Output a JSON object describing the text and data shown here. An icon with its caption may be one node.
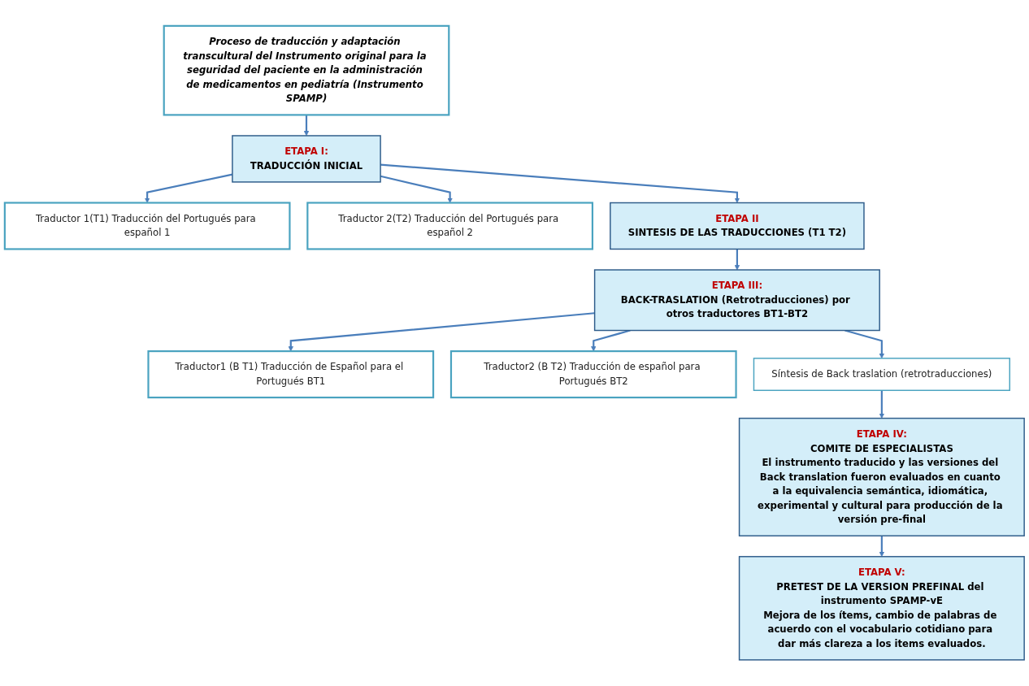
{
  "diagram": {
    "nodes": [
      {
        "text": [
          "Proceso de traducción y adaptación transcultural del Instrumento original para la seguridad del paciente en la administración de medicamentos en pediatría (Instrumento SPAMP)"
        ]
      },
      {
        "text": [
          "Traductor 1(T1) Traducción del Portugués para español 1"
        ]
      },
      {
        "text": [
          "ETAPA I:",
          "TRADUCCIÓN INICIAL"
        ]
      },
      {
        "text": [
          "Traductor 2(T2) Traducción del Portugués para español 2"
        ]
      },
      {
        "text": [
          "ETAPA II",
          "SINTESIS DE LAS TRADUCCIONES (T1 T2)"
        ]
      },
      {
        "text": [
          "Traductor1 (B T1) Traducción de Español para el Portugués BT1"
        ]
      },
      {
        "text": [
          "ETAPA III:",
          "BACK-TRASLATION (Retrotraducciones) por otros traductores BT1-BT2"
        ]
      },
      {
        "text": [
          "Traductor2 (B T2) Traducción de español para Portugués BT2"
        ]
      },
      {
        "text": [
          "Síntesis de Back traslation (retrotraducciones)"
        ]
      },
      {
        "text": [
          "ETAPA IV:",
          "COMITE DE ESPECIALISTAS",
          "El instrumento traducido y las versiones del Back translation fueron evaluados en cuanto a la equivalencia semántica, idiomática, experimental y cultural para producción de la versión pre-final"
        ]
      },
      {
        "text": [
          "ETAPA V:",
          "PRETEST DE LA VERSION PREFINAL del instrumento SPAMP-vE",
          "Mejora de los ítems, cambio de palabras de acuerdo con el vocabulario cotidiano para dar más clareza a los items evaluados."
        ]
      }
    ],
    "edges": [
      {
        "from": 0,
        "to": 2,
        "arrow": "to"
      },
      {
        "from": 2,
        "to": 1,
        "arrow": "to"
      },
      {
        "from": 2,
        "to": 3,
        "arrow": "to"
      },
      {
        "from": 2,
        "to": 4,
        "arrow": "to"
      },
      {
        "from": 4,
        "to": 6,
        "arrow": "to"
      },
      {
        "from": 6,
        "to": 5,
        "arrow": "to"
      },
      {
        "from": 6,
        "to": 7,
        "arrow": "to"
      },
      {
        "from": 6,
        "to": 8,
        "arrow": "to"
      },
      {
        "from": 8,
        "to": 9,
        "arrow": "to"
      },
      {
        "from": 9,
        "to": 10,
        "arrow": "to"
      }
    ]
  }
}
